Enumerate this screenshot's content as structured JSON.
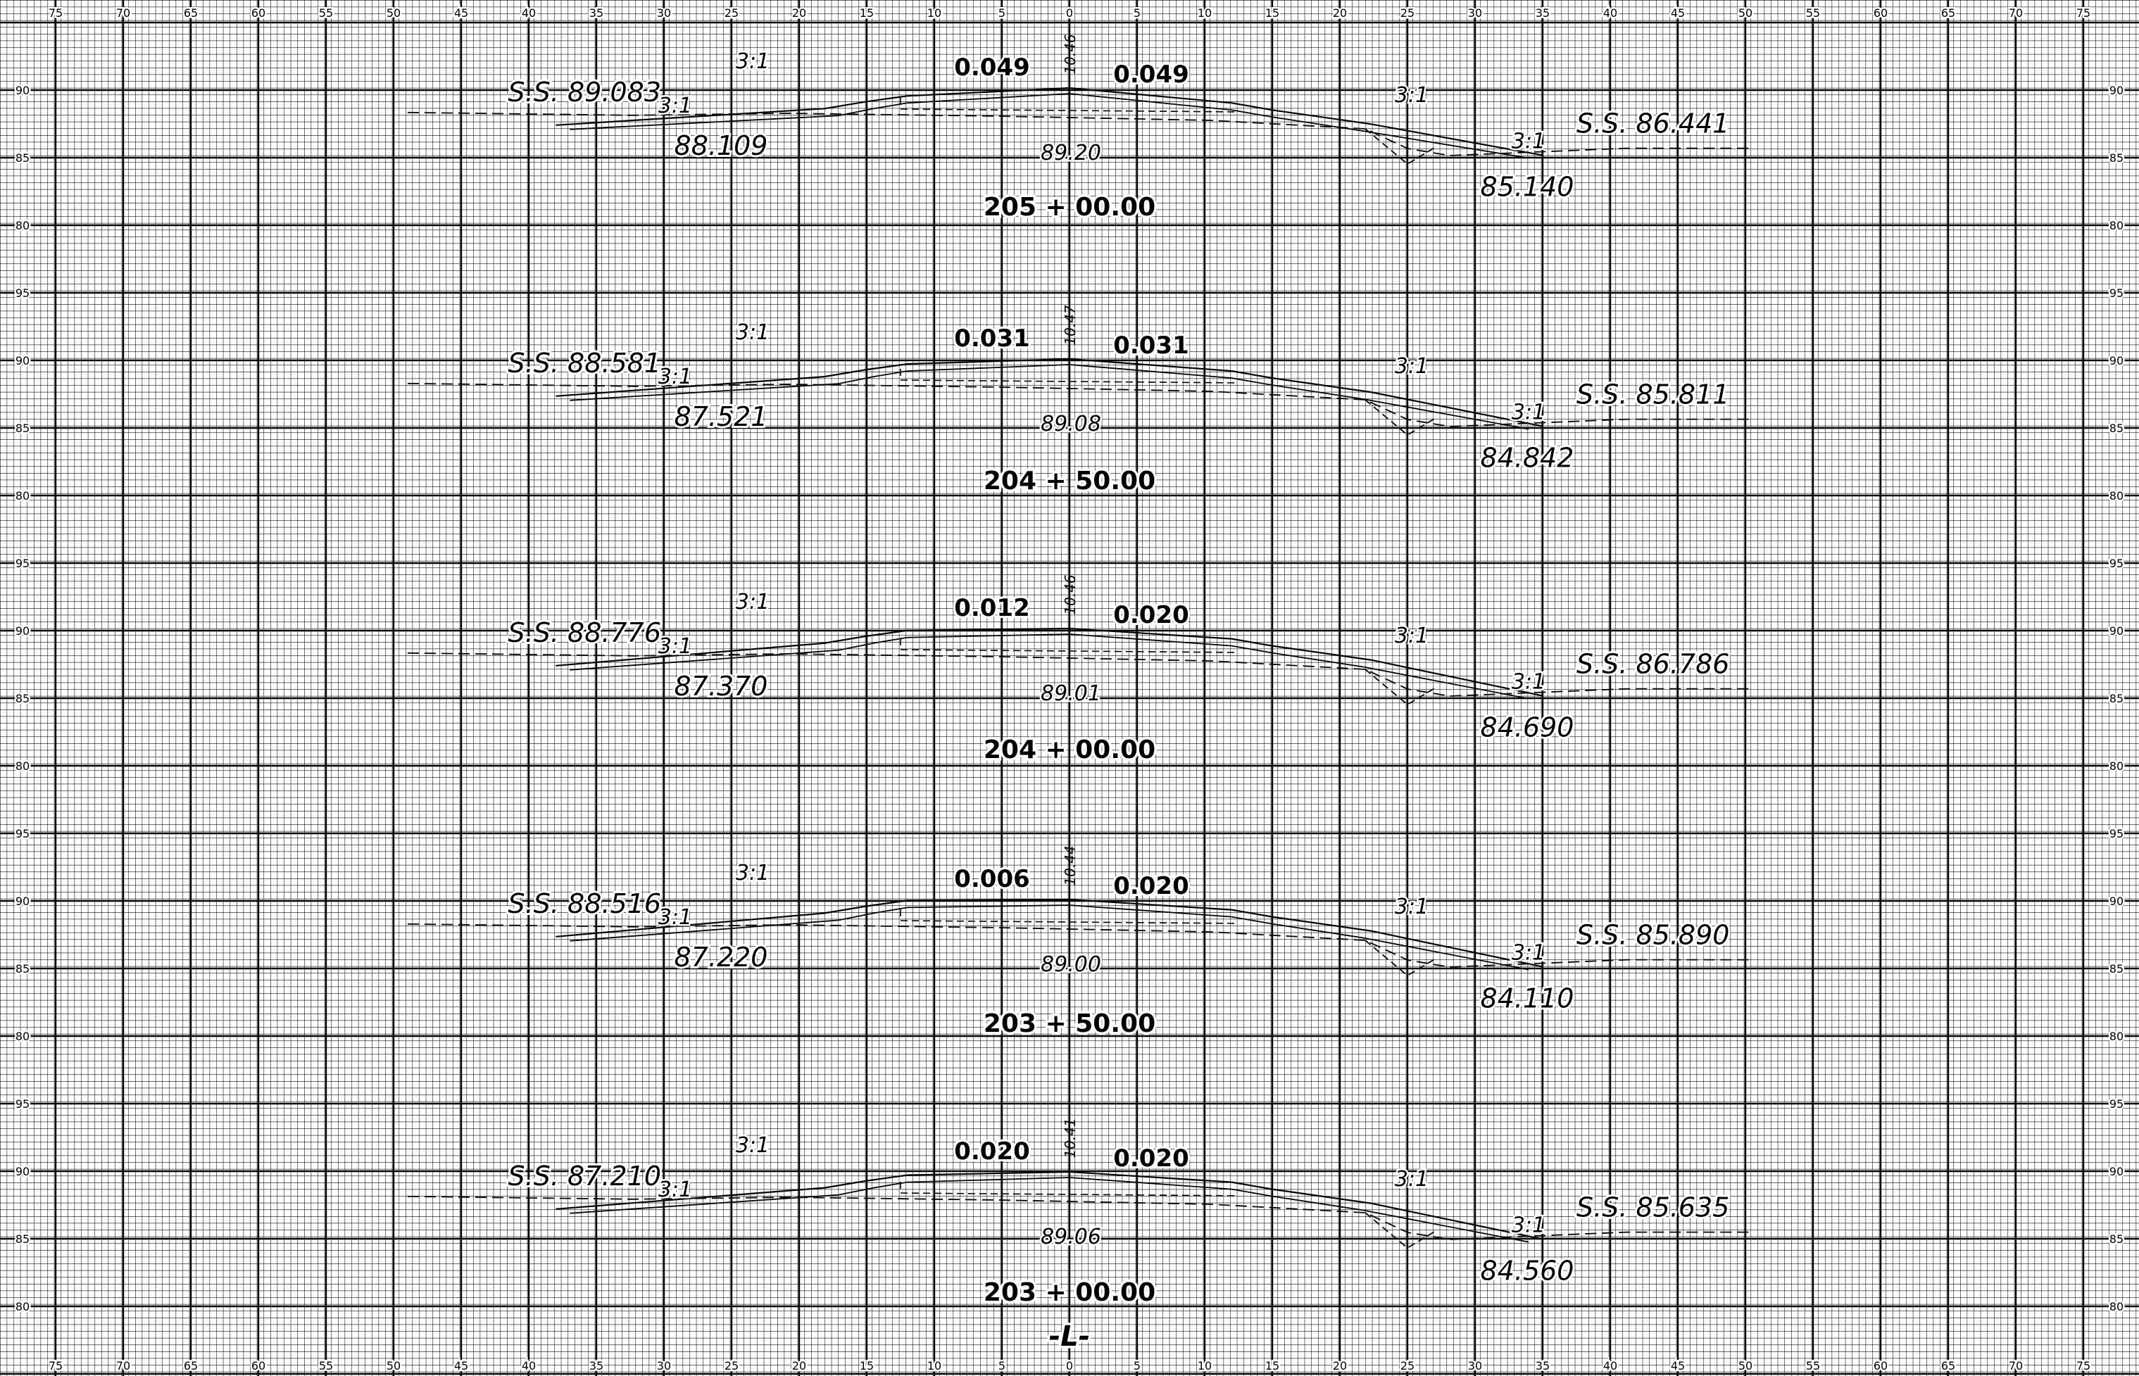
{
  "axis": {
    "x_ticks": [
      "75",
      "70",
      "65",
      "60",
      "55",
      "50",
      "45",
      "40",
      "35",
      "30",
      "25",
      "20",
      "15",
      "10",
      "5",
      "0",
      "5",
      "10",
      "15",
      "20",
      "25",
      "30",
      "35",
      "40",
      "45",
      "50",
      "55",
      "60",
      "65",
      "70",
      "75"
    ],
    "elev_ticks": [
      "90",
      "85",
      "80"
    ]
  },
  "sections": [
    {
      "station": "205 + 00.00",
      "slope_left": "0.049",
      "slope_right": "0.049",
      "cl_offset": "10.46",
      "cl_elev": "89.20",
      "ss_left": "S.S. 89.083",
      "ss_right": "S.S. 86.441",
      "toe_left": "88.109",
      "toe_right": "85.140",
      "slope_ratios": [
        "3:1",
        "3:1",
        "3:1",
        "3:1"
      ]
    },
    {
      "station": "204 + 50.00",
      "slope_left": "0.031",
      "slope_right": "0.031",
      "cl_offset": "10.47",
      "cl_elev": "89.08",
      "ss_left": "S.S. 88.581",
      "ss_right": "S.S. 85.811",
      "toe_left": "87.521",
      "toe_right": "84.842",
      "slope_ratios": [
        "3:1",
        "3:1",
        "3:1",
        "3:1"
      ]
    },
    {
      "station": "204 + 00.00",
      "slope_left": "0.012",
      "slope_right": "0.020",
      "cl_offset": "10.46",
      "cl_elev": "89.01",
      "ss_left": "S.S. 88.776",
      "ss_right": "S.S. 86.786",
      "toe_left": "87.370",
      "toe_right": "84.690",
      "slope_ratios": [
        "3:1",
        "3:1",
        "3:1",
        "3:1"
      ]
    },
    {
      "station": "203 + 50.00",
      "slope_left": "0.006",
      "slope_right": "0.020",
      "cl_offset": "10.44",
      "cl_elev": "89.00",
      "ss_left": "S.S. 88.516",
      "ss_right": "S.S. 85.890",
      "toe_left": "87.220",
      "toe_right": "84.110",
      "slope_ratios": [
        "3:1",
        "3:1",
        "3:1",
        "3:1"
      ]
    },
    {
      "station": "203 + 00.00",
      "slope_left": "0.020",
      "slope_right": "0.020",
      "cl_offset": "10.41",
      "cl_elev": "89.06",
      "ss_left": "S.S. 87.210",
      "ss_right": "S.S. 85.635",
      "toe_left": "",
      "toe_right": "84.560",
      "slope_ratios": [
        "3:1",
        "3:1",
        "3:1",
        "3:1"
      ]
    }
  ],
  "alignment_label": "-L-"
}
